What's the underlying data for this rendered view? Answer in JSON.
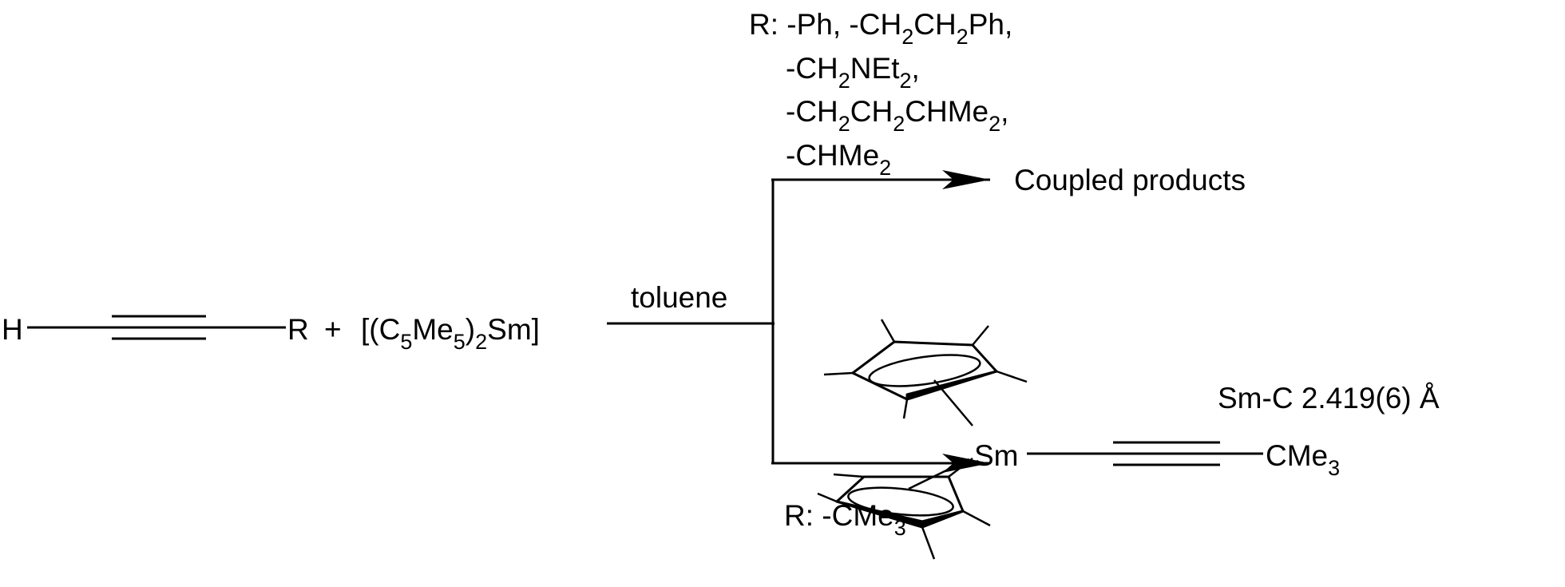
{
  "reactant": {
    "h_atom": "H",
    "r_group": "R",
    "plus": "+",
    "reagent": {
      "open": "[(C",
      "sub_c": "5",
      "me": "Me",
      "sub_me": "5",
      "close": ")",
      "sub_close": "2",
      "metal": "Sm]"
    }
  },
  "solvent": "toluene",
  "upper_path": {
    "r_label": "R: -Ph, -CH",
    "line1": {
      "a": "2",
      "b": "CH",
      "c": "2",
      "d": "Ph,"
    },
    "line2": {
      "a": "-CH",
      "b": "2",
      "c": "NEt",
      "d": "2",
      "e": ","
    },
    "line3": {
      "a": "-CH",
      "b": "2",
      "c": "CH",
      "d": "2",
      "e": "CHMe",
      "f": "2",
      "g": ","
    },
    "line4": {
      "a": "-CHMe",
      "b": "2"
    },
    "product": "Coupled products"
  },
  "lower_path": {
    "r_label": "R: -CMe",
    "r_sub": "3",
    "product": {
      "bond_note": "Sm-C 2.419(6) Å",
      "metal": "Sm",
      "end_group": "CMe",
      "end_sub": "3"
    }
  },
  "colors": {
    "ink": "#000000",
    "background": "#ffffff"
  }
}
